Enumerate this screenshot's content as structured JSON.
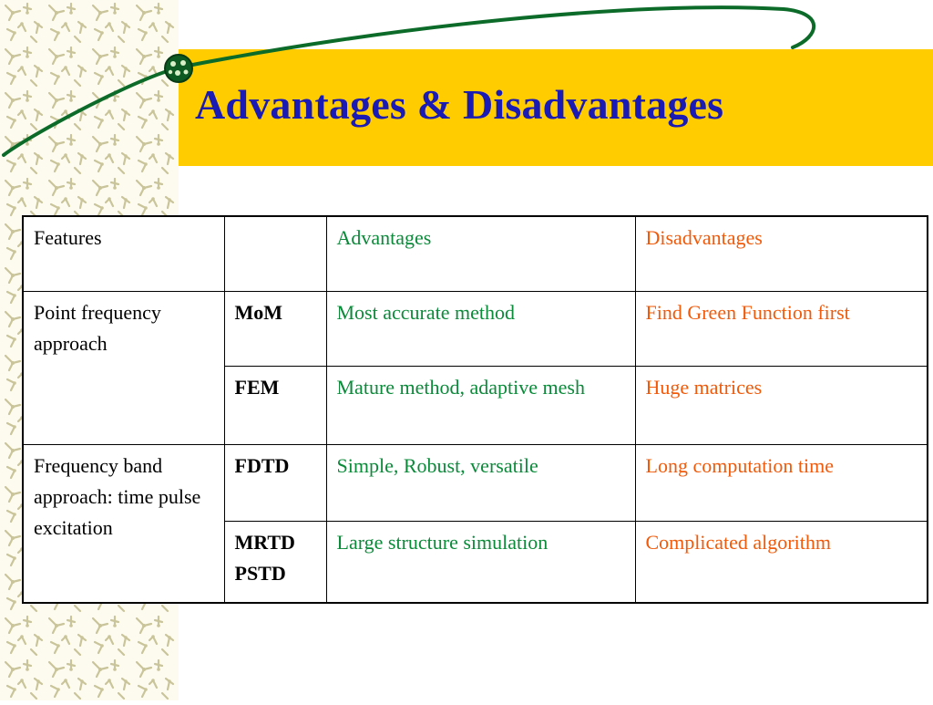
{
  "slide": {
    "title": "Advantages & Disadvantages",
    "accent_color": "#ffcc00",
    "title_color": "#1a1ab4"
  },
  "table": {
    "header": {
      "features": "Features",
      "method": "",
      "advantages": "Advantages",
      "disadvantages": "Disadvantages"
    },
    "groups": [
      {
        "feature": "Point frequency approach",
        "rows": [
          {
            "method": "MoM",
            "advantage": "Most accurate method",
            "disadvantage": "Find Green Function first"
          },
          {
            "method": "FEM",
            "advantage": "Mature method, adaptive mesh",
            "disadvantage": "Huge matrices"
          }
        ]
      },
      {
        "feature": "Frequency band approach: time pulse excitation",
        "rows": [
          {
            "method": "FDTD",
            "advantage": "Simple, Robust, versatile",
            "disadvantage": "Long computation time"
          },
          {
            "method": "MRTD\nPSTD",
            "advantage": "Large structure simulation",
            "disadvantage": "Complicated algorithm"
          }
        ]
      }
    ],
    "colors": {
      "advantages": "#0b8a3a",
      "disadvantages": "#f05a0a"
    }
  }
}
